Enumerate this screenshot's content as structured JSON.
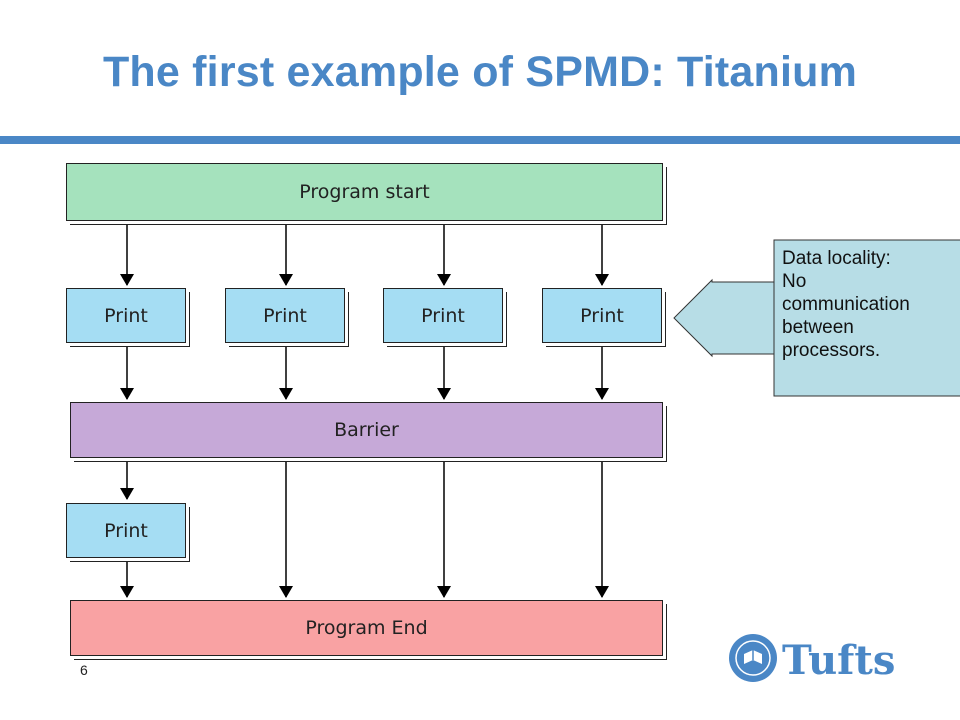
{
  "slide": {
    "title": "The first example of SPMD: Titanium",
    "page_number": "6"
  },
  "diagram": {
    "program_start": "Program start",
    "print_boxes": [
      "Print",
      "Print",
      "Print",
      "Print"
    ],
    "barrier": "Barrier",
    "print_after_barrier": "Print",
    "program_end": "Program End"
  },
  "callout": {
    "lines": [
      "Data locality:",
      "No",
      "communication",
      "between",
      "processors."
    ],
    "fill": "#b7dde6"
  },
  "logo": {
    "text": "Tufts",
    "color": "#4a87c6"
  },
  "colors": {
    "title": "#4a87c6",
    "rule": "#4a87c6",
    "program_start": "#a5e2bd",
    "print": "#a5ddf3",
    "barrier": "#c6a9d8",
    "program_end": "#f9a2a3"
  }
}
